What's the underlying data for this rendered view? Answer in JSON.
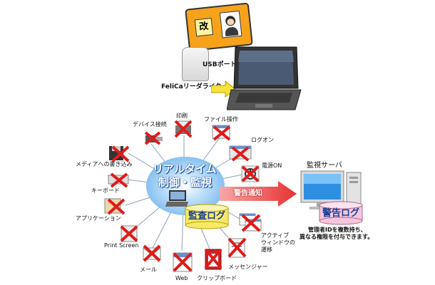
{
  "top": {
    "usb_port_label": "USBポート",
    "reader_label": "FeliCaリーダライタ",
    "card_badge": "改"
  },
  "center": {
    "line1": "リアルタイム",
    "line2": "制御・監視"
  },
  "audit_log": {
    "label": "監査ログ"
  },
  "alert_arrow": {
    "label": "警告通知"
  },
  "server": {
    "title": "監視サーバ",
    "log_label": "警告ログ",
    "caption_line1": "管理者IDを複数持ち、",
    "caption_line2": "異なる権限を付与できます。"
  },
  "items": {
    "device": "デバイス接続",
    "print": "印刷",
    "file_op": "ファイル操作",
    "logon": "ログオン",
    "power_on": "電源ON",
    "media_write": "メディアへの書き込み",
    "keyboard": "キーボード",
    "application": "アプリケーション",
    "print_screen": "Print Screen",
    "mail": "メール",
    "web": "Web",
    "clipboard": "クリップボード",
    "messenger": "メッセンジャー",
    "active_window_1": "アクティブ",
    "active_window_2": "ウィンドウの",
    "active_window_3": "遷移"
  },
  "colors": {
    "card_orange": "#f7a21b",
    "center_blue": "#5aa7e6",
    "arrow_red": "#f04a4a",
    "x_red": "#e01b1b",
    "log_yellow": "#f6e96a",
    "server_log_pink": "#f3c6dd"
  }
}
